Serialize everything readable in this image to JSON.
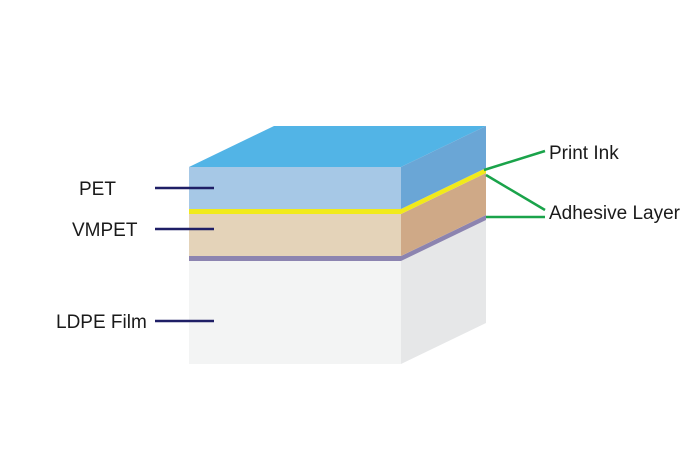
{
  "labels": {
    "pet": "PET",
    "vmpet": "VMPET",
    "ldpe": "LDPE Film",
    "print_ink": "Print Ink",
    "adhesive": "Adhesive Layer"
  },
  "colors": {
    "top_face": "#52b4e6",
    "pet_front": "#a6c8e6",
    "pet_side": "#6aa6d6",
    "ink": "#f1ea1a",
    "vmpet_front": "#e4d3b9",
    "vmpet_side": "#cfa987",
    "adhesive": "#8c84b0",
    "ldpe_front": "#f3f4f4",
    "ldpe_side": "#e6e7e8",
    "left_leader": "#1f1f66",
    "right_leader": "#1aa34a"
  }
}
